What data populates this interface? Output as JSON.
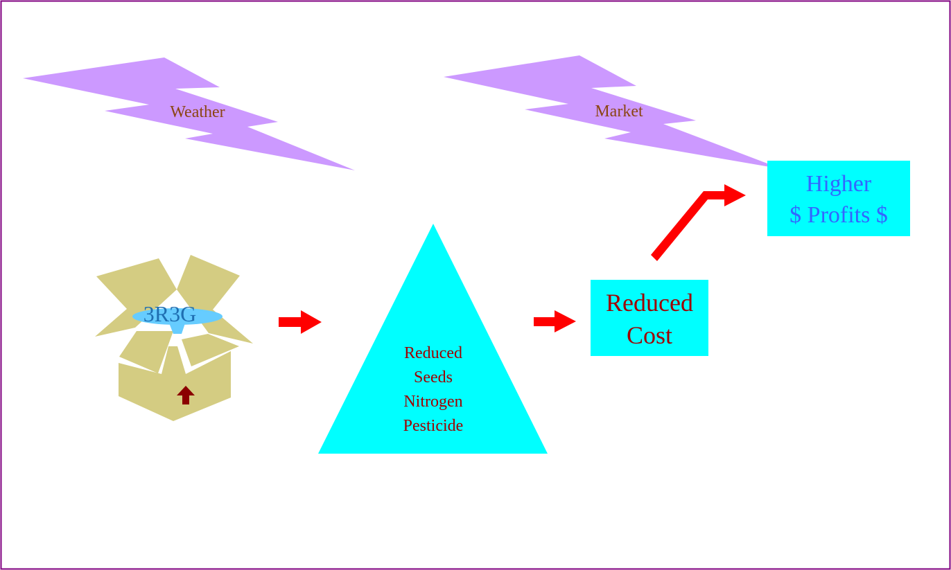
{
  "weather": {
    "label": "Weather"
  },
  "market": {
    "label": "Market"
  },
  "box": {
    "label": "3R3G"
  },
  "triangle": {
    "lines": [
      "Reduced",
      "Seeds",
      "Nitrogen",
      "Pesticide"
    ]
  },
  "reduced_cost": {
    "lines": [
      "Reduced",
      "Cost"
    ]
  },
  "profits": {
    "lines": [
      "Higher",
      "$ Profits $"
    ]
  },
  "colors": {
    "frame": "#800080",
    "lightning": "#CC99FF",
    "lightning_text": "#8B4513",
    "cyan": "#00FFFF",
    "dark_red_text": "#A00000",
    "profit_text": "#3366FF",
    "arrow": "#FF0000",
    "box": "#D4CC82",
    "box_light": "#E2DC9E",
    "box_label_patch": "#66CCFF",
    "box_label_text": "#1F6FB2",
    "box_arrow": "#8B0000"
  },
  "icons": [
    "lightning-icon",
    "open-box-icon",
    "up-arrow-icon",
    "right-arrow-icon"
  ]
}
